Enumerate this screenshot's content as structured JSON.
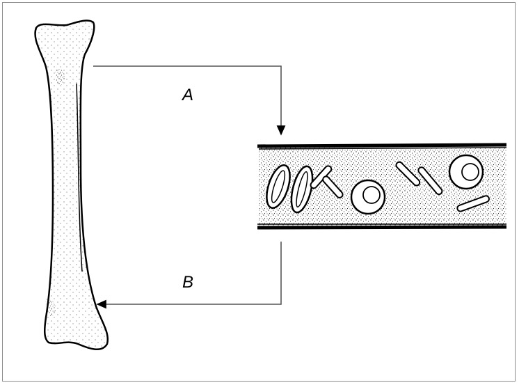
{
  "diagram": {
    "labels": {
      "a": "A",
      "b": "B"
    },
    "colors": {
      "ink": "#000000",
      "background": "#ffffff",
      "frame": "#8a8a8a",
      "stipple": "#1a1a1a"
    },
    "parts": [
      "bone",
      "blood-vessel",
      "blood-cells",
      "arrow-a",
      "arrow-b"
    ]
  }
}
